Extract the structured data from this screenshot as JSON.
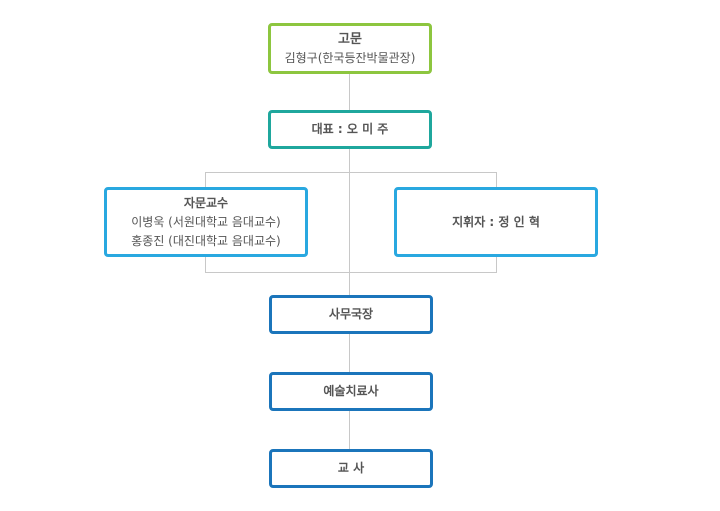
{
  "advisor": {
    "title": "고문",
    "name": "김형구(한국등잔박물관장)"
  },
  "representative": {
    "label": "대표 : 오 미 주"
  },
  "consultants": {
    "title": "자문교수",
    "members": [
      "이병욱 (서원대학교 음대교수)",
      "홍종진 (대진대학교 음대교수)"
    ]
  },
  "conductor": {
    "label": "지휘자 : 정 인 혁"
  },
  "secretary_general": {
    "label": "사무국장"
  },
  "arts_director": {
    "label": "예술치료사"
  },
  "teacher": {
    "label": "교 사"
  },
  "colors": {
    "advisor_border": "#8dc63f",
    "representative_border": "#1fa79d",
    "middle_border": "#29a8e0",
    "lower_border": "#1b75bb",
    "connector": "#c8c8c8"
  }
}
